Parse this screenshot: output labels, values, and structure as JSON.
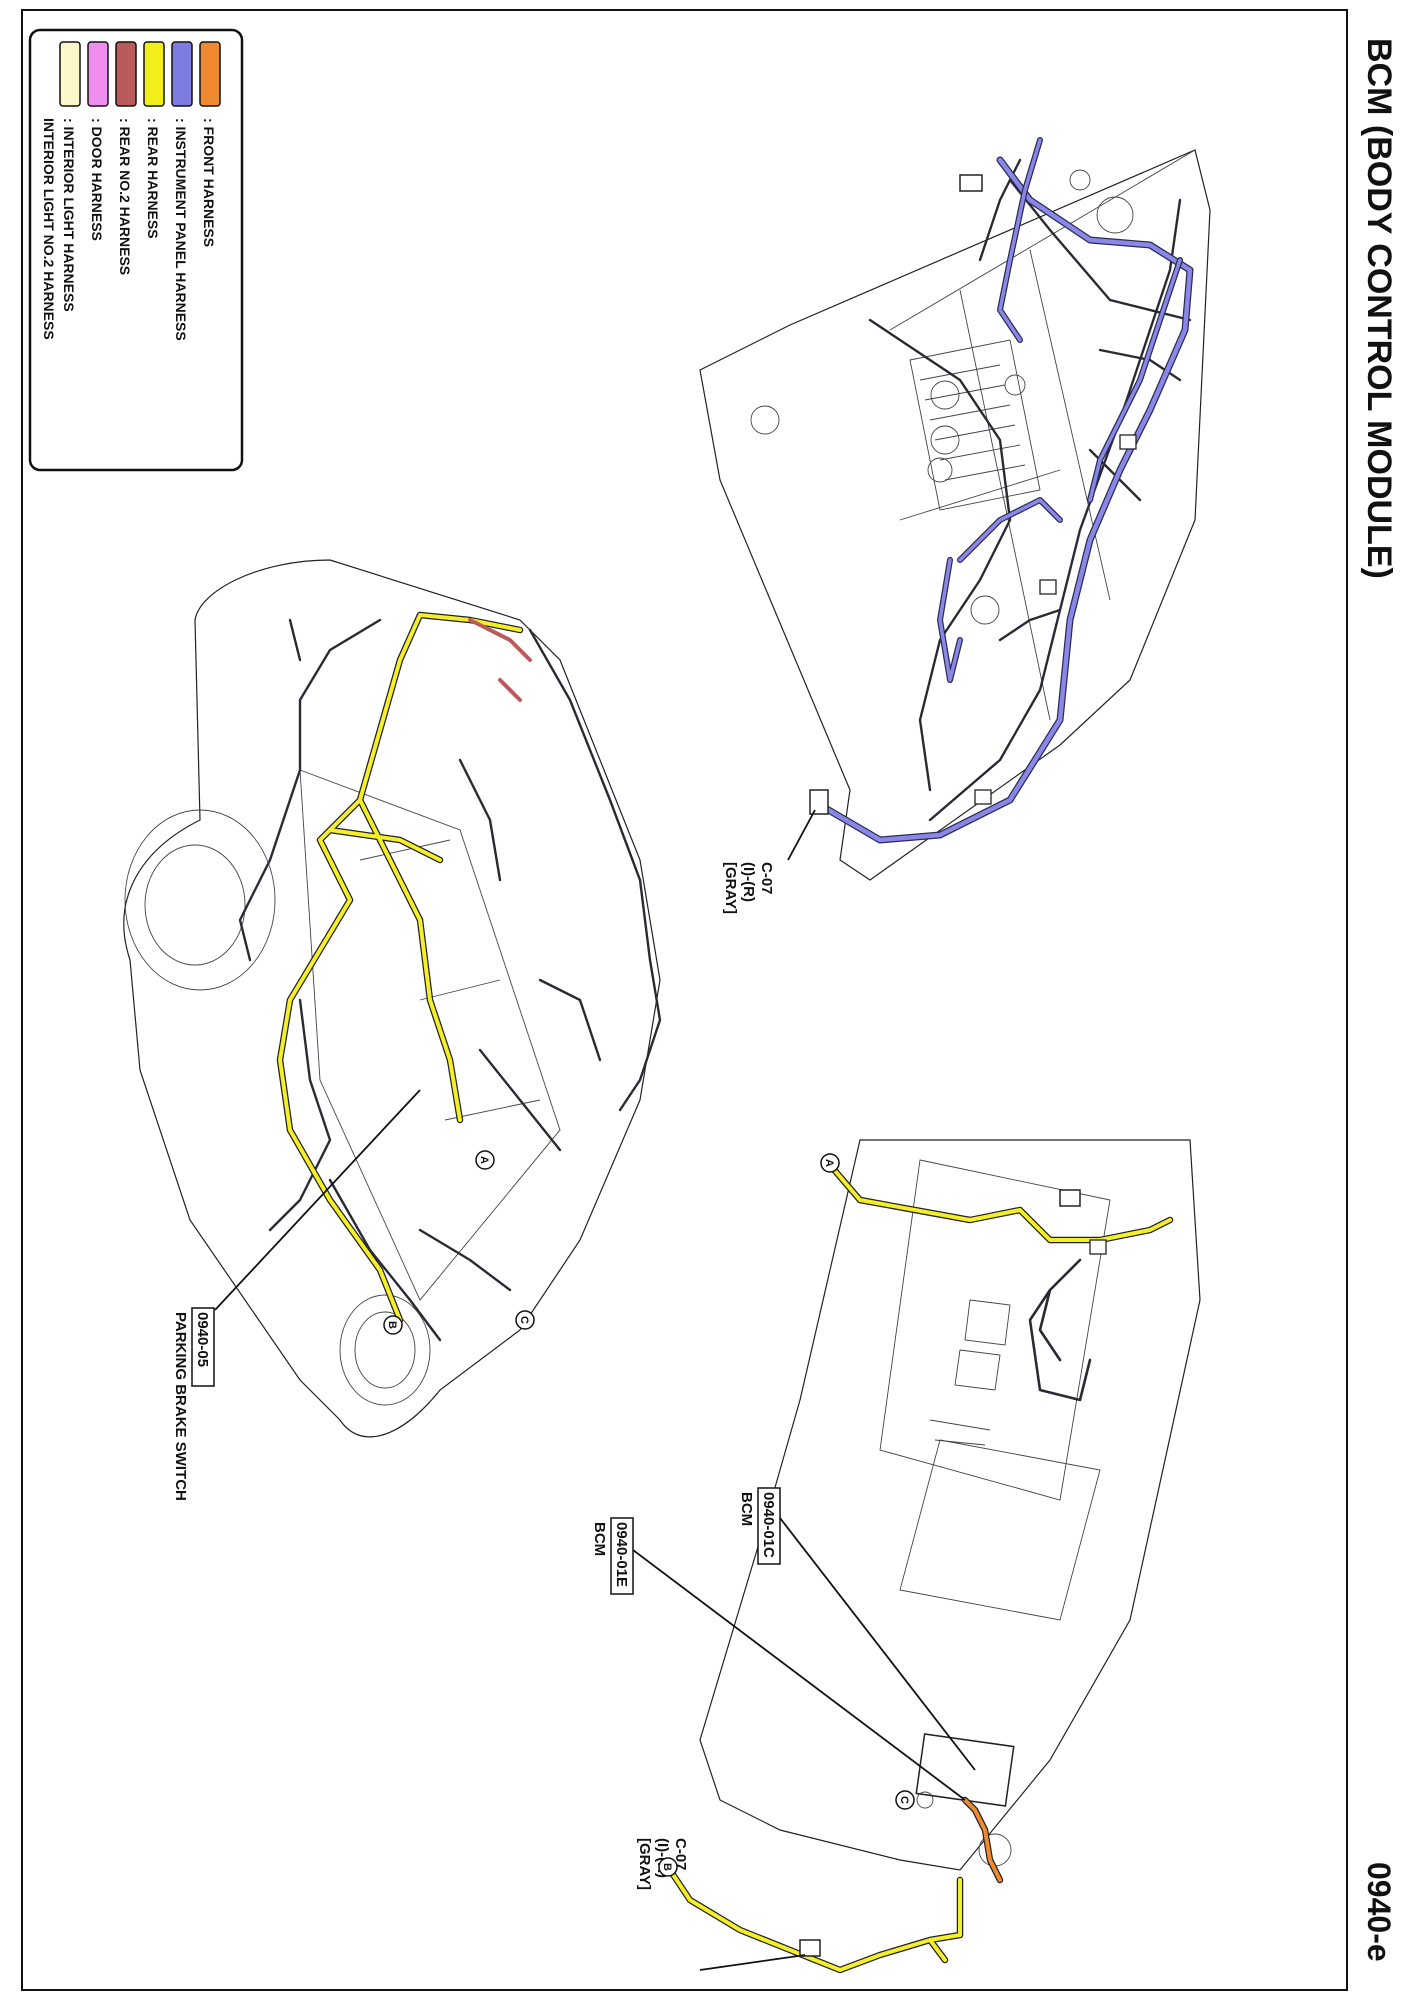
{
  "title": "BCM (BODY CONTROL MODULE)",
  "page_code": "0940-e",
  "legend": {
    "items": [
      {
        "label": ": FRONT HARNESS",
        "color": "#f08a30"
      },
      {
        "label": ": INSTRUMENT PANEL HARNESS",
        "color": "#7b7be0"
      },
      {
        "label": ": REAR HARNESS",
        "color": "#f2ee1a"
      },
      {
        "label": ": REAR NO.2 HARNESS",
        "color": "#bb5a5a"
      },
      {
        "label": ": DOOR HARNESS",
        "color": "#f08ef0"
      },
      {
        "label": ": INTERIOR LIGHT HARNESS",
        "color": "#fbf7c8"
      }
    ],
    "extra_line": "INTERIOR LIGHT NO.2 HARNESS"
  },
  "callouts": {
    "ip_connector": {
      "line1": "C-07",
      "line2": "(I)-(R)",
      "line3": "[GRAY]"
    },
    "floor_connector": {
      "line1": "C-07",
      "line2": "(I)-(R)",
      "line3": "[GRAY]"
    },
    "parking_brake": {
      "code": "0940-05",
      "name": "PARKING BRAKE SWITCH"
    },
    "bcm_c": {
      "code": "0940-01C",
      "name": "BCM"
    },
    "bcm_e": {
      "code": "0940-01E",
      "name": "BCM"
    }
  },
  "markers": {
    "a": "A",
    "b": "B",
    "c": "C"
  }
}
